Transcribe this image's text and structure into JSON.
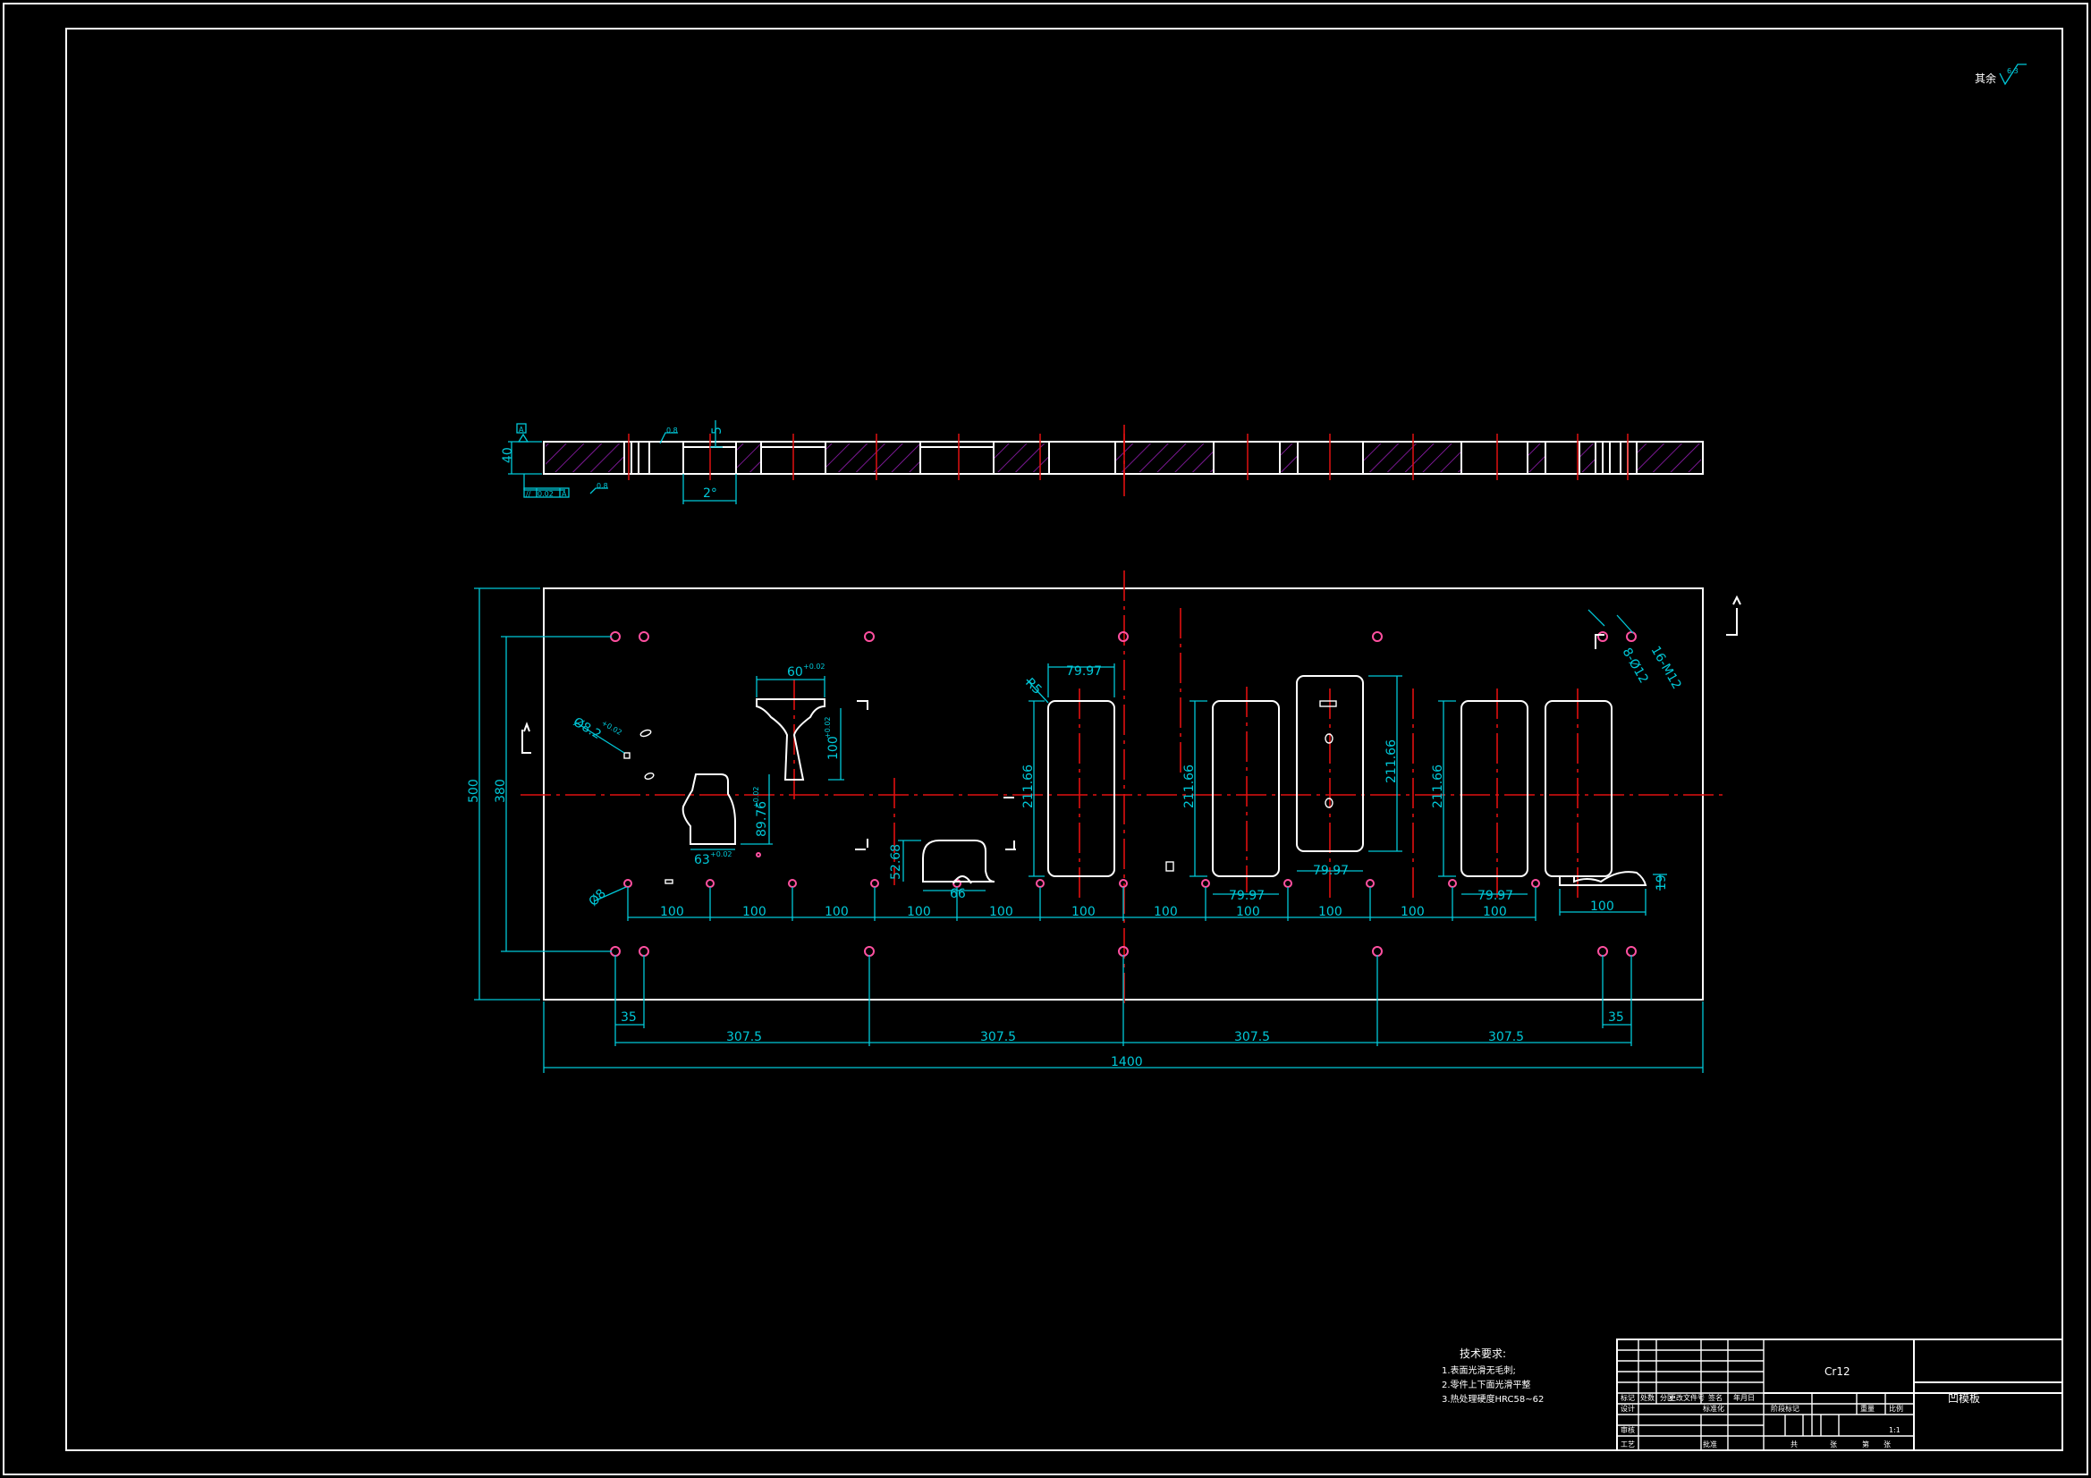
{
  "drawing": {
    "roughness_symbol": {
      "prefix": "其余",
      "value": "6.3"
    },
    "section_view": {
      "thickness": "40",
      "slot_depth": "5",
      "draft_angle": "2°",
      "datum": "A",
      "parallelism": "0.02",
      "parallel_datum": "A",
      "roughness_top": "0.8",
      "roughness_bottom": "0.8"
    },
    "plan_dimensions": {
      "overall_length": "1400",
      "overall_height": "500",
      "hole_row_spacing": "380",
      "pitch_labels": [
        "307.5",
        "307.5",
        "307.5",
        "307.5"
      ],
      "edge_offset_left": "35",
      "edge_offset_right": "35",
      "small_spacings": [
        "100",
        "100",
        "100",
        "100",
        "100",
        "100",
        "100",
        "100",
        "100",
        "100",
        "100",
        "100"
      ],
      "hole_note_1": "8-Ø12",
      "hole_note_2": "16-M12",
      "hole_small": "Ø8",
      "pin_hole": "Ø8.2",
      "pin_hole_tol": "+0.02",
      "pocket_width": "79.97",
      "pocket_height": "211.66",
      "pocket_radius": "R5",
      "bottom_width_right": "100",
      "step_height": "19",
      "feature_a_width": "60",
      "feature_a_width_tol": "+0.02",
      "feature_a_height": "100",
      "feature_a_height_tol": "+0.02",
      "feature_b_width": "63",
      "feature_b_width_tol": "+0.02",
      "feature_b_height": "89.76",
      "feature_b_height_tol": "+0.02",
      "feature_c_height": "52.68",
      "feature_c_width": "66"
    },
    "tech_requirements": {
      "title": "技术要求:",
      "items": [
        "1.表面光滑无毛刺;",
        "2.零件上下面光滑平整",
        "3.热处理硬度HRC58~62"
      ]
    },
    "title_block": {
      "material": "Cr12",
      "part_name": "凹模板",
      "scale": "1:1",
      "small_labels": [
        "标记",
        "处数",
        "分区",
        "更改文件号",
        "签名",
        "年月日",
        "设计",
        "标准化",
        "阶段标记",
        "重量",
        "比例",
        "审核",
        "工艺",
        "批准",
        "共",
        "张",
        "第",
        "张"
      ]
    }
  }
}
